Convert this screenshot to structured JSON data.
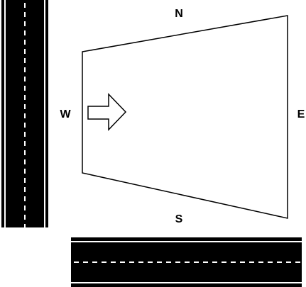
{
  "labels": {
    "north": "N",
    "south": "S",
    "west": "W",
    "east": "E"
  },
  "colors": {
    "road": "#000000",
    "road_line": "#ffffff",
    "outline": "#000000",
    "background": "#ffffff"
  },
  "icons": {
    "arrow": "arrow-right-icon"
  }
}
